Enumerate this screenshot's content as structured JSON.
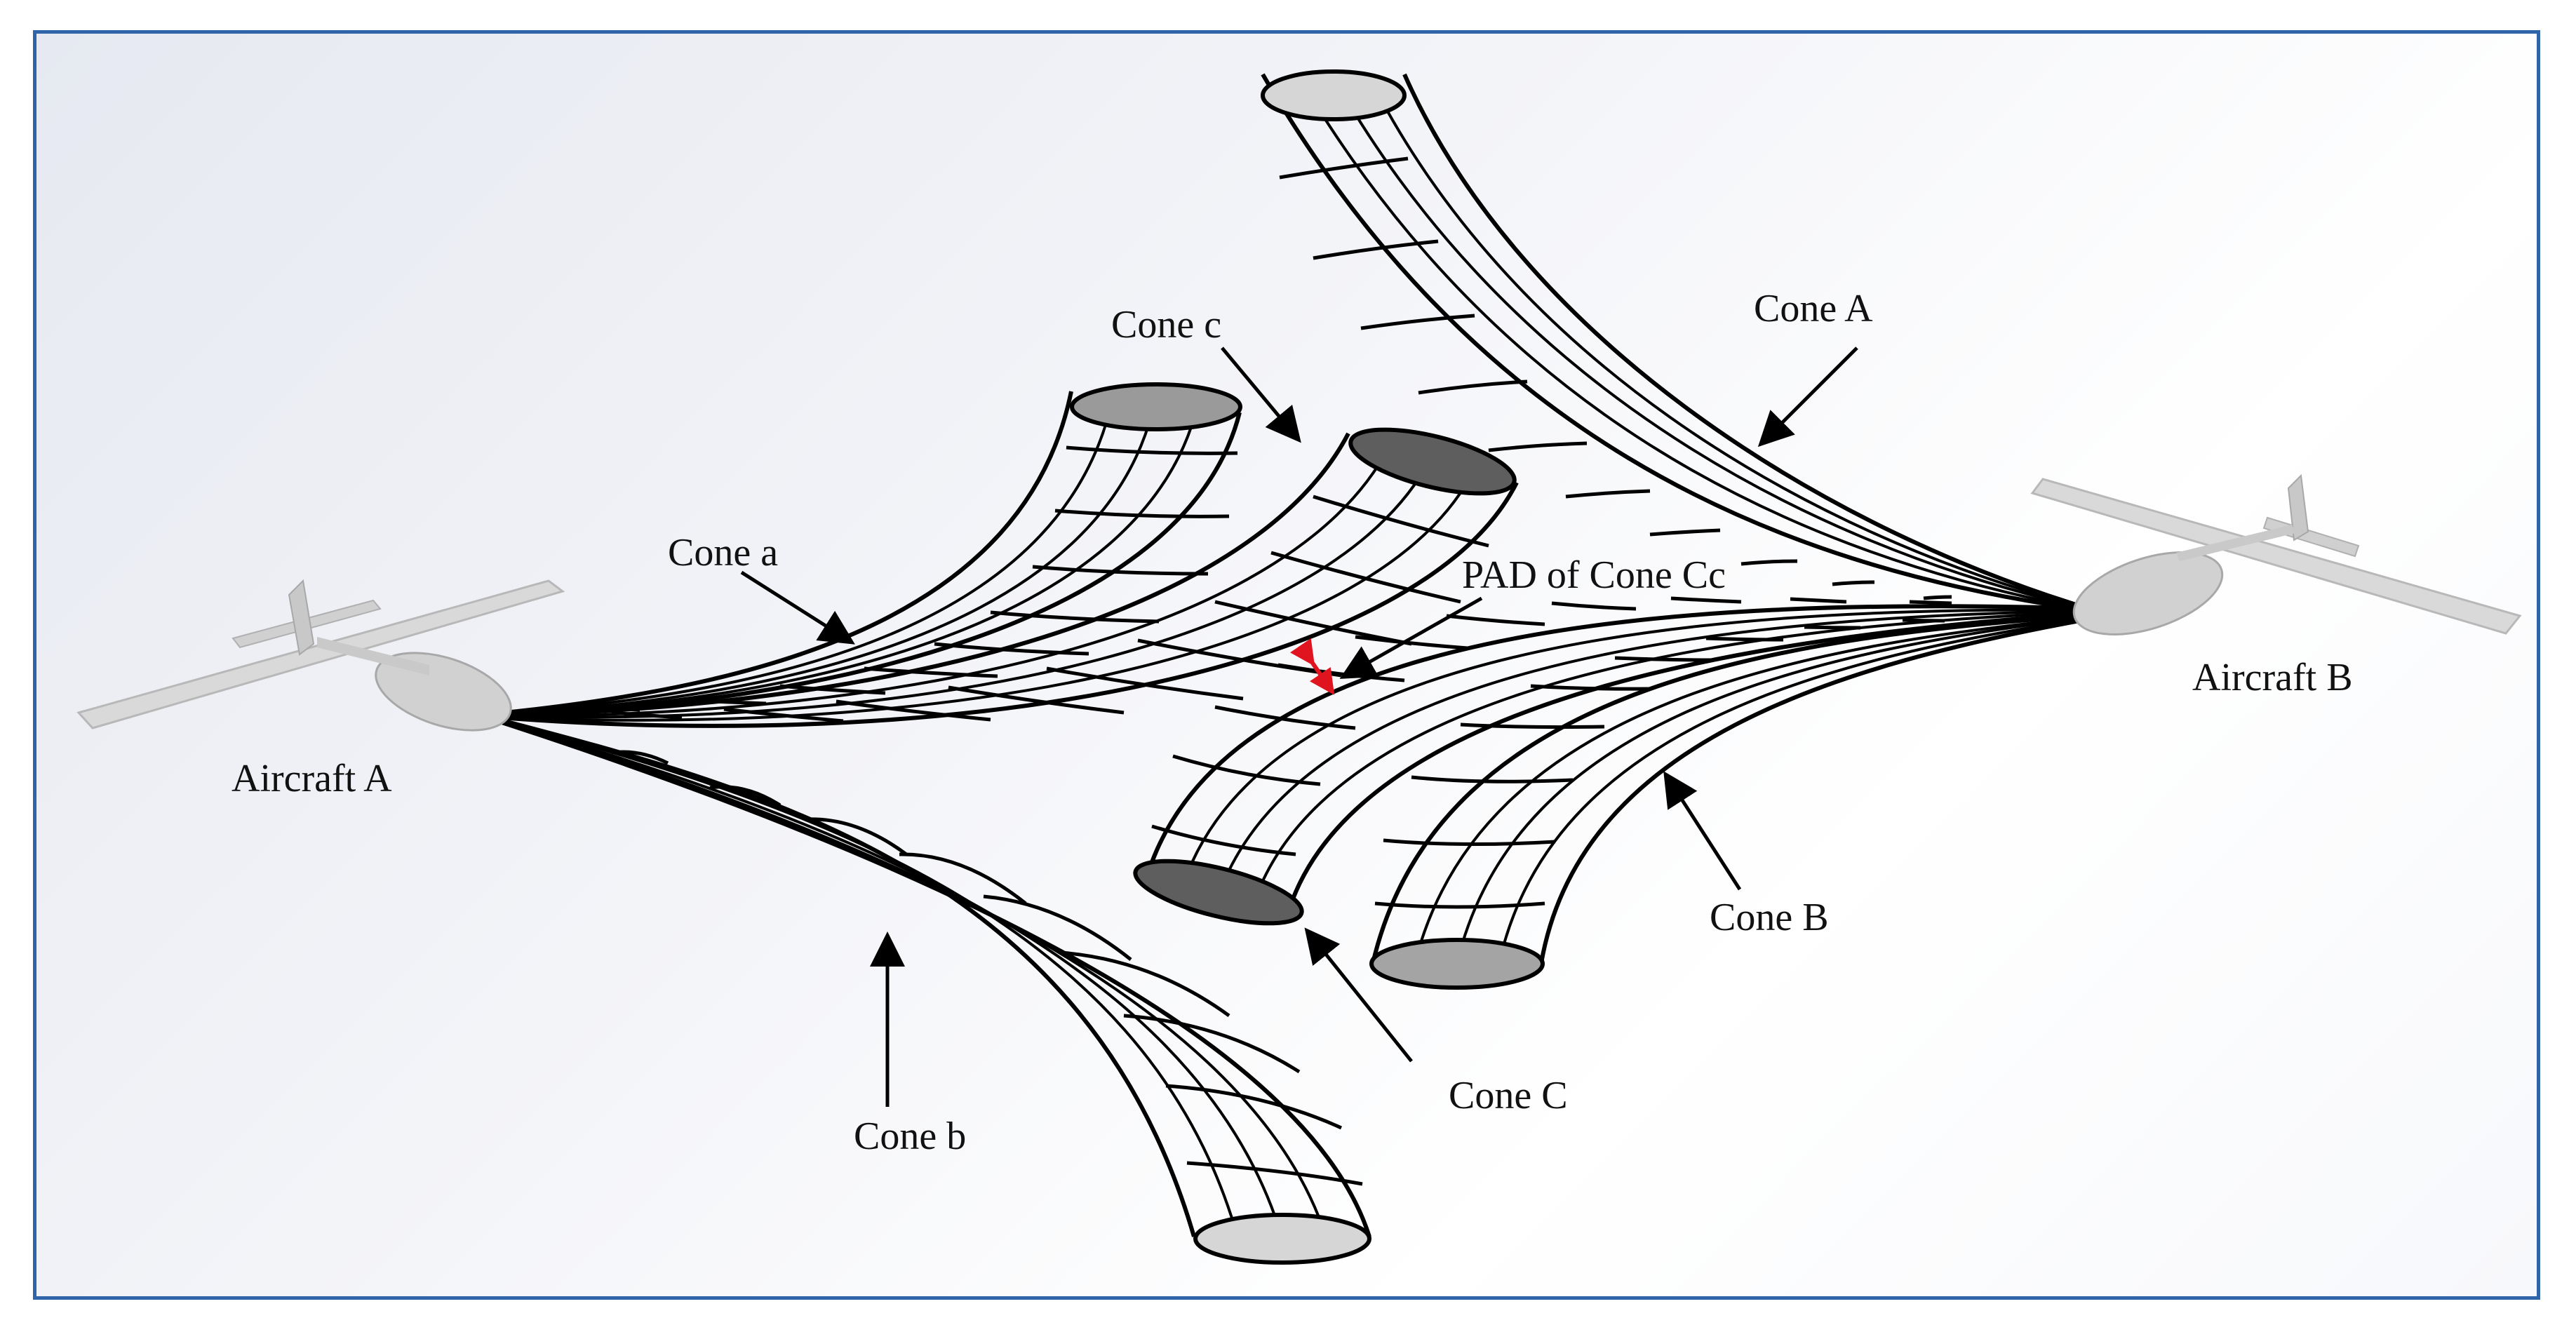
{
  "labels": {
    "aircraft_a": "Aircraft A",
    "aircraft_b": "Aircraft B",
    "cone_a_upper": "Cone A",
    "cone_b_upper": "Cone B",
    "cone_c_upper": "Cone C",
    "cone_a_lower": "Cone a",
    "cone_b_lower": "Cone b",
    "cone_c_lower": "Cone c",
    "pad": "PAD of Cone Cc"
  },
  "colors": {
    "frame_border": "#2f65a8",
    "mesh": "#000000",
    "pad_marker": "#e0141e",
    "cap_light": "#d6d6d6",
    "cap_mid": "#9a9a9a",
    "cap_dark": "#5e5e5e",
    "aircraft_body": "#d8d9d8"
  },
  "icons": {
    "aircraft": "uav-aircraft-icon",
    "arrow": "arrow-icon",
    "pad_marker": "double-arrow-icon"
  }
}
